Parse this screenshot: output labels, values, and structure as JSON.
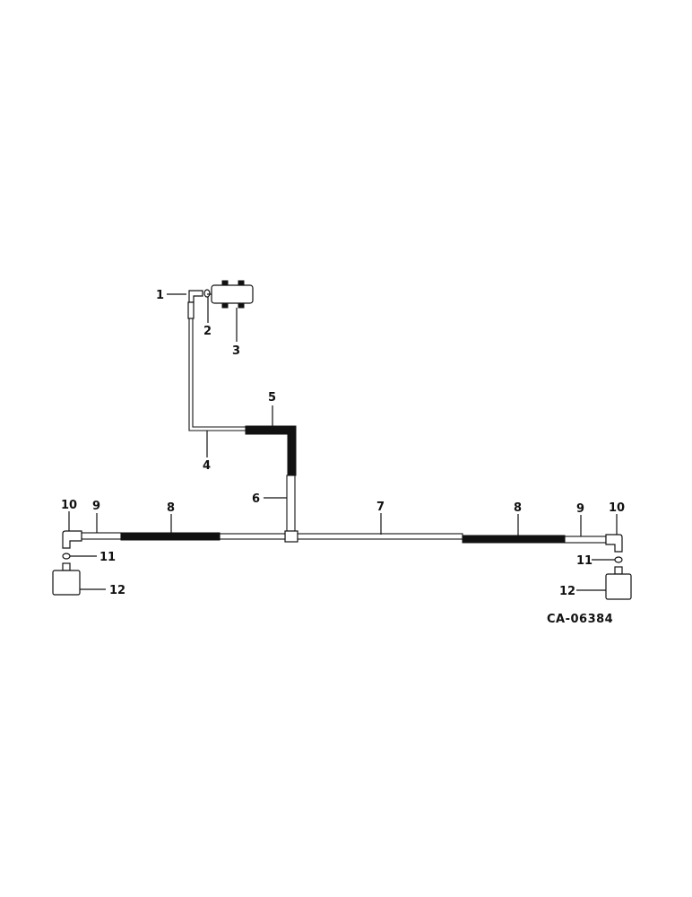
{
  "diagram": {
    "reference_code": "CA-06384",
    "callouts": {
      "p1": "1",
      "p2": "2",
      "p3": "3",
      "p4": "4",
      "p5": "5",
      "p6": "6",
      "p7": "7",
      "p8_left": "8",
      "p8_right": "8",
      "p9_left": "9",
      "p9_right": "9",
      "p10_left": "10",
      "p10_right": "10",
      "p11_left": "11",
      "p11_right": "11",
      "p12_left": "12",
      "p12_right": "12"
    },
    "colors": {
      "line": "#111111",
      "background": "#ffffff"
    }
  }
}
